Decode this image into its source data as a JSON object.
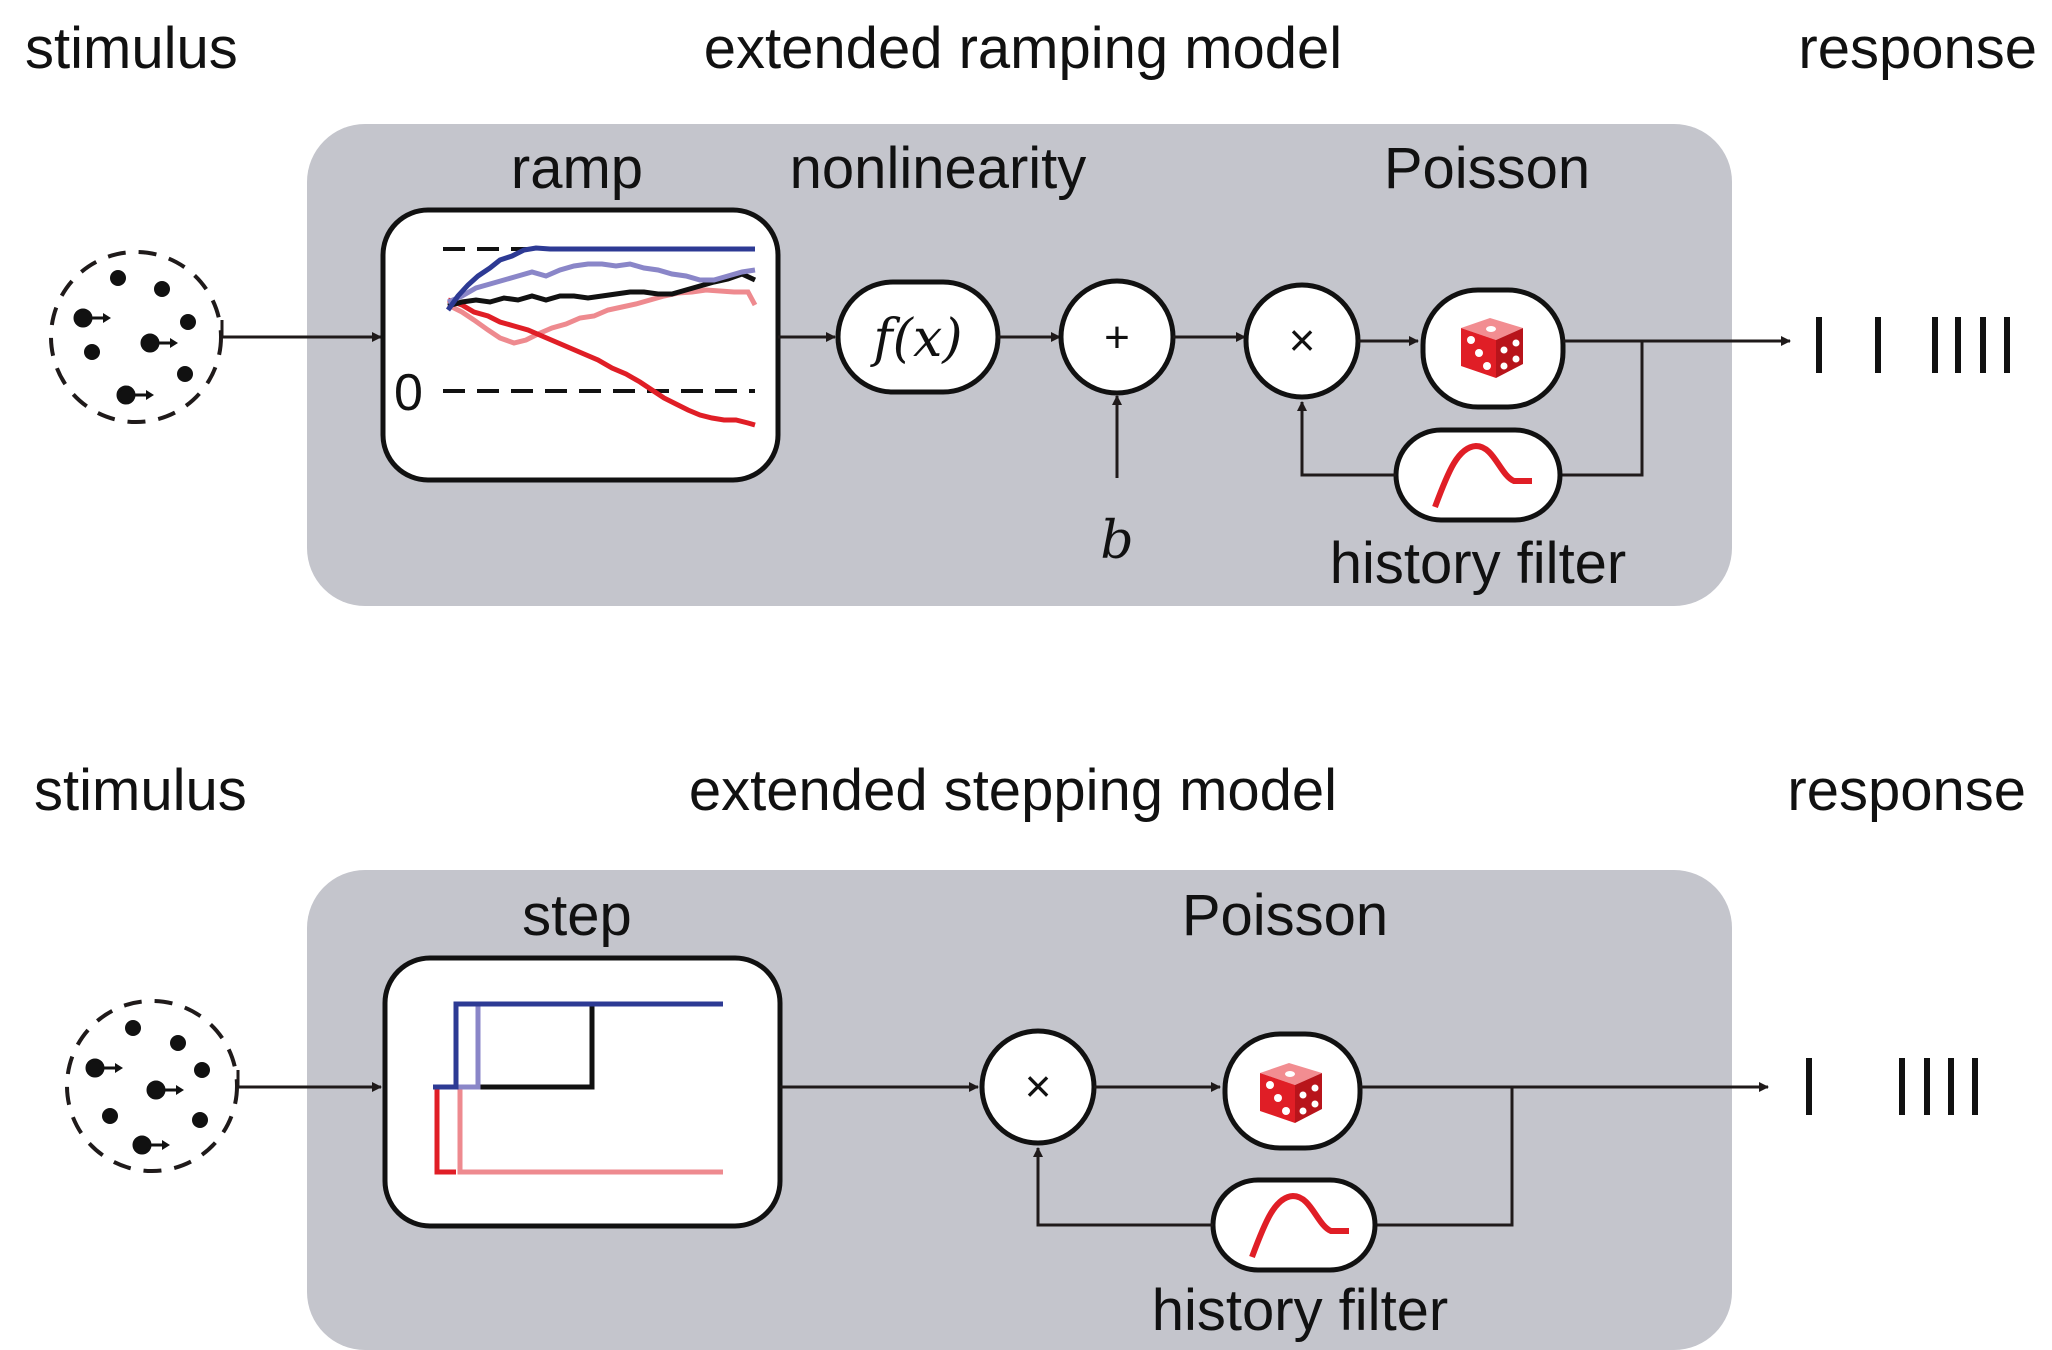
{
  "colors": {
    "panel": "#c4c5cc",
    "line": "#1f1a1a",
    "die": "#e01e26",
    "filter_curve": "#e01e26",
    "trace_dark_blue": "#2d3a94",
    "trace_light_blue": "#8a86c8",
    "trace_black": "#111111",
    "trace_red": "#e01e26",
    "trace_pink": "#ee8a8f"
  },
  "ramping": {
    "stimulus_label": "stimulus",
    "model_title": "extended ramping model",
    "response_label": "response",
    "ramp_label": "ramp",
    "nonlinearity_label": "nonlinearity",
    "poisson_label": "Poisson",
    "zero_label": "0",
    "fx_label": "f(x)",
    "plus_symbol": "+",
    "times_symbol": "×",
    "bias_label": "b",
    "history_label": "history filter",
    "icons": [
      "dot-motion-stimulus-icon",
      "ramp-traces-plot",
      "dice-icon",
      "history-filter-curve-icon"
    ]
  },
  "stepping": {
    "stimulus_label": "stimulus",
    "model_title": "extended stepping model",
    "response_label": "response",
    "step_label": "step",
    "poisson_label": "Poisson",
    "times_symbol": "×",
    "history_label": "history filter",
    "icons": [
      "dot-motion-stimulus-icon",
      "step-traces-plot",
      "dice-icon",
      "history-filter-curve-icon"
    ]
  }
}
